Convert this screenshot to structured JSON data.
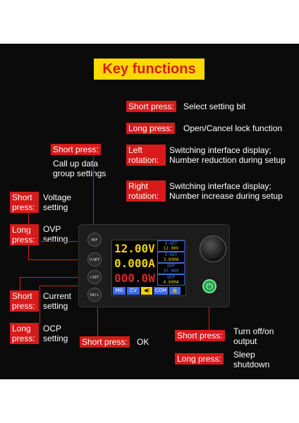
{
  "title": "Key functions",
  "colors": {
    "tag_bg": "#d71a1a",
    "title_bg": "#ffd800",
    "title_text": "#d61a1a"
  },
  "right_top": [
    {
      "tag": "Short press:",
      "desc": "Select setting bit"
    },
    {
      "tag": "Long press:",
      "desc": "Open/Cancel lock function"
    }
  ],
  "left_rotation": {
    "tag_line1": "Left",
    "tag_line2": "rotation:",
    "desc_line1": "Switching interface display;",
    "desc_line2": "Number reduction during setup"
  },
  "right_rotation": {
    "tag_line1": "Right",
    "tag_line2": "rotation:",
    "desc_line1": "Switching interface display;",
    "desc_line2": "Number increase during setup"
  },
  "top_left": {
    "tag": "Short press:",
    "desc_line1": "Call up data",
    "desc_line2": "group settings"
  },
  "left_items": [
    {
      "tag_line1": "Short",
      "tag_line2": "press:",
      "desc_line1": "Voltage",
      "desc_line2": "setting"
    },
    {
      "tag_line1": "Long",
      "tag_line2": "press:",
      "desc_line1": "OVP",
      "desc_line2": "setting"
    },
    {
      "tag_line1": "Short",
      "tag_line2": "press:",
      "desc_line1": "Current",
      "desc_line2": "setting"
    },
    {
      "tag_line1": "Long",
      "tag_line2": "press:",
      "desc_line1": "OCP",
      "desc_line2": "setting"
    }
  ],
  "bottom_mid": {
    "tag": "Short press:",
    "desc": "OK"
  },
  "power_items": [
    {
      "tag": "Short press:",
      "desc_line1": "Turn off/on",
      "desc_line2": "output"
    },
    {
      "tag": "Long press:",
      "desc_line1": "Sleep",
      "desc_line2": "shutdown"
    }
  ],
  "device": {
    "buttons": [
      "M/F",
      "V-SET",
      "I-SET",
      "OK/⇓"
    ],
    "screen": {
      "voltage": "12.00V",
      "current": "0.000A",
      "power": "000.0W",
      "vset_label": "V-SET",
      "vset_value": "12.00V",
      "iset_label": "I-SET",
      "iset_value": "3.890A",
      "ovp_label": "OVP",
      "ovp_value": "37.00V",
      "ocp_label": "OCP",
      "ocp_value": "4.600A",
      "status": [
        "M0",
        "CV",
        "◀)",
        "COM",
        "🔒"
      ]
    }
  }
}
